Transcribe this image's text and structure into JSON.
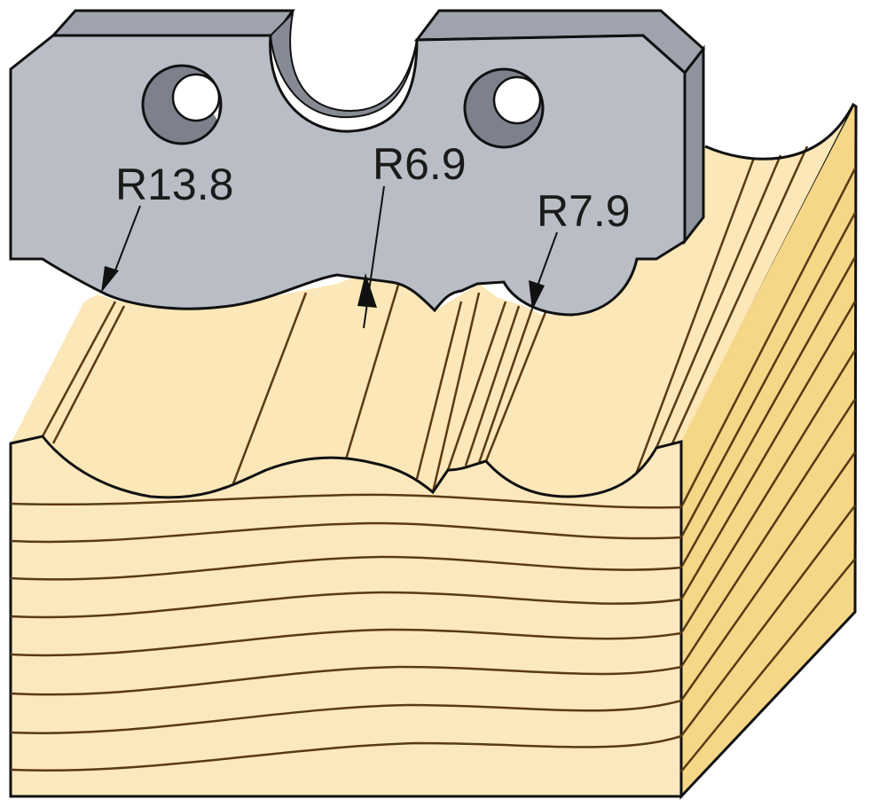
{
  "labels": {
    "radius_left": "R13.8",
    "radius_center": "R6.9",
    "radius_right": "R7.9"
  },
  "colors": {
    "wood_face": "#fbe9bd",
    "wood_side": "#f6d687",
    "wood_top": "#f9e2a8",
    "grain_line": "#5a3a14",
    "blade_front": "#b9bdc6",
    "blade_edge": "#8e939e",
    "blade_hole": "#7d818b",
    "outline": "#111111"
  }
}
